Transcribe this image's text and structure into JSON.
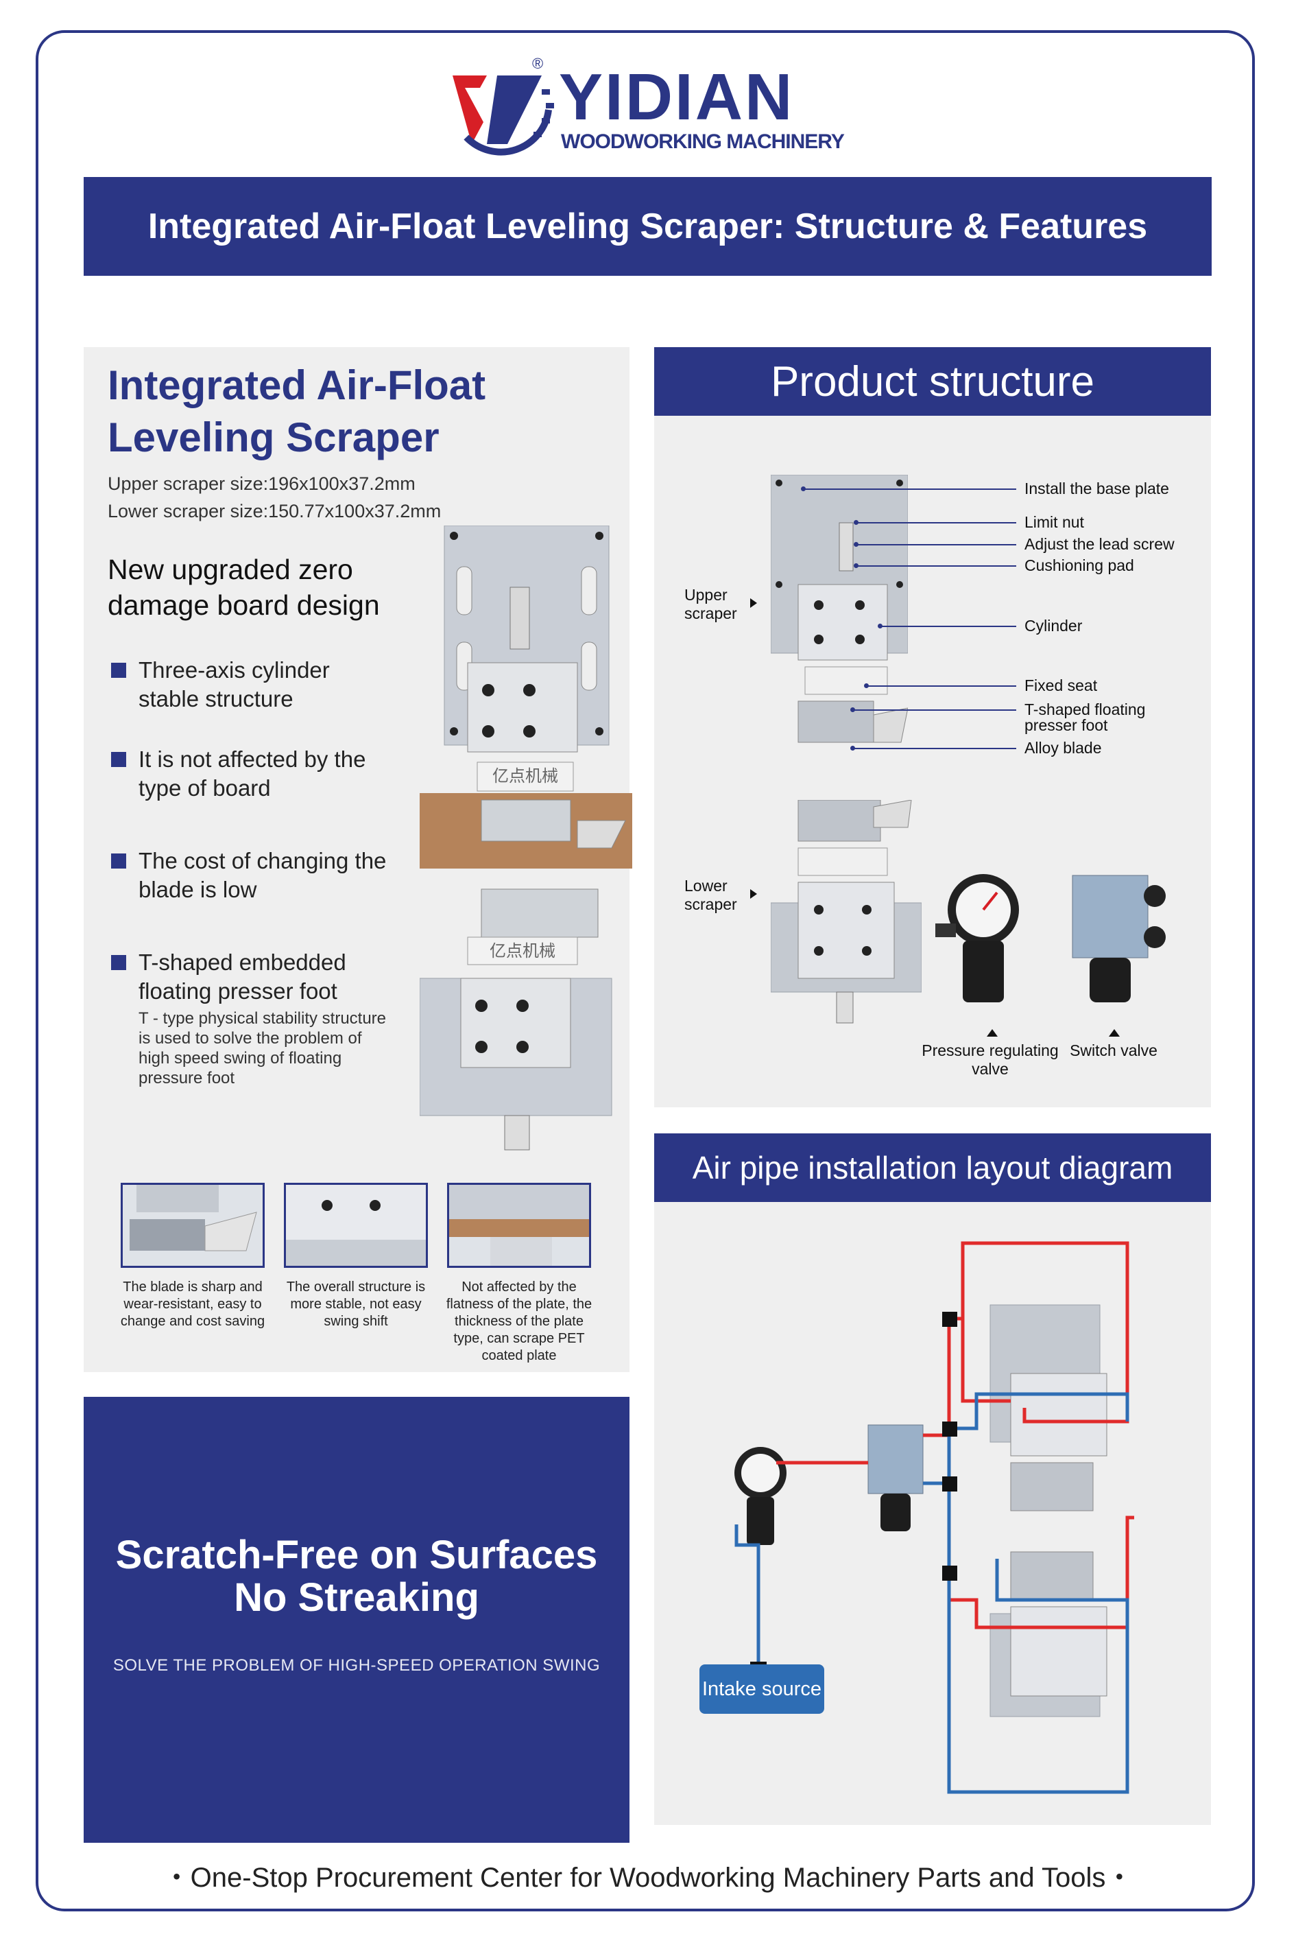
{
  "brand": {
    "name": "YIDIAN",
    "registered": "®",
    "tagline": "WOODWORKING MACHINERY"
  },
  "banner": {
    "title": "Integrated Air-Float Leveling Scraper: Structure & Features"
  },
  "product_intro": {
    "title": "Integrated Air-Float Leveling Scraper",
    "upper_size": "Upper scraper size:196x100x37.2mm",
    "lower_size": "Lower scraper size:150.77x100x37.2mm",
    "headline": "New upgraded zero damage board design",
    "features": [
      "Three-axis cylinder stable structure",
      "It is not affected by the type of board",
      "The cost of changing the blade is low",
      "T-shaped embedded floating presser foot"
    ],
    "feature_note": "T - type physical stability structure is used to solve the problem of high speed swing of floating pressure foot",
    "photo_label": "亿点机械",
    "thumbnails": [
      {
        "caption": "The blade is sharp and wear-resistant, easy to change and cost saving"
      },
      {
        "caption": "The overall structure is more stable, not easy swing shift"
      },
      {
        "caption": "Not affected by the flatness of the plate, the thickness of the plate type, can scrape PET coated plate"
      }
    ]
  },
  "promo": {
    "title_line1": "Scratch-Free on Surfaces",
    "title_line2": "No Streaking",
    "subtitle": "SOLVE THE PROBLEM OF HIGH-SPEED OPERATION SWING"
  },
  "structure": {
    "title": "Product structure",
    "callouts": [
      "Install the base plate",
      "Limit nut",
      "Adjust the lead screw",
      "Cushioning pad",
      "Cylinder",
      "Fixed seat",
      "T-shaped floating presser foot",
      "Alloy blade"
    ],
    "upper_label": "Upper scraper",
    "lower_label": "Lower scraper",
    "pressure_valve": "Pressure regulating valve",
    "switch_valve": "Switch valve"
  },
  "air_pipe": {
    "title": "Air pipe installation layout diagram",
    "intake_label": "Intake source",
    "pipe_colors": {
      "red": "#e02b2b",
      "blue": "#2e6db4"
    }
  },
  "footer": {
    "text": "・One-Stop Procurement Center for Woodworking Machinery Parts and Tools・"
  },
  "colors": {
    "brand_navy": "#2b3685",
    "accent_red": "#d71f26",
    "panel_grey": "#efefef"
  },
  "icons": [
    "yidian-logo-icon",
    "square-bullet-icon",
    "arrow-right-icon",
    "arrow-up-icon",
    "pressure-gauge-icon"
  ]
}
